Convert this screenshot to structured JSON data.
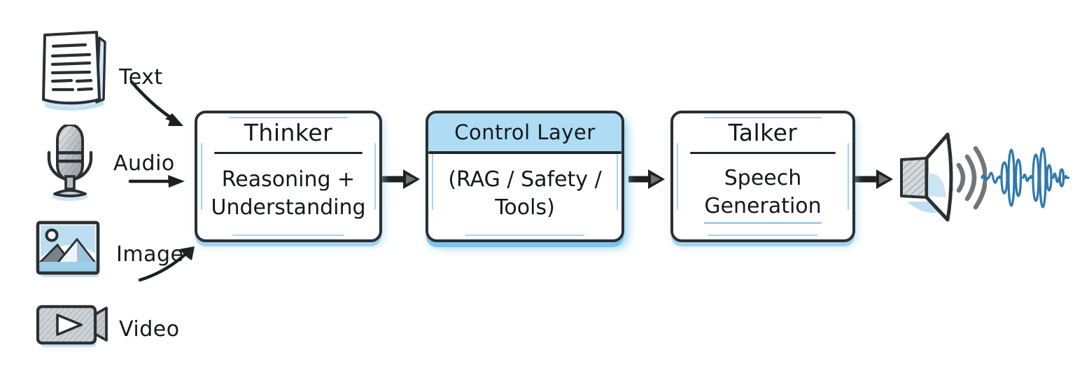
{
  "diagram": {
    "title": "Thinker / Control Layer / Talker speech pipeline",
    "background": "#ffffff",
    "accent_blue": "#addcf4",
    "accent_blue_deep": "#3f87b8",
    "ink": "#2b2f33",
    "waveform_blue": "#2f79ad"
  },
  "inputs": [
    {
      "label": "Text",
      "icon": "document-icon"
    },
    {
      "label": "Audio",
      "icon": "microphone-icon"
    },
    {
      "label": "Image",
      "icon": "picture-icon"
    },
    {
      "label": "Video",
      "icon": "video-camera-icon"
    }
  ],
  "nodes": [
    {
      "id": "thinker",
      "title": "Thinker",
      "subtitle": "Reasoning +\nUnderstanding",
      "style": "plain"
    },
    {
      "id": "control-layer",
      "title": "Control Layer",
      "subtitle": "(RAG / Safety /\nTools)",
      "style": "accent"
    },
    {
      "id": "talker",
      "title": "Talker",
      "subtitle_line1": "Speech",
      "subtitle_line2": "Generation",
      "style": "plain"
    }
  ],
  "output": {
    "speaker_icon": "speaker-icon",
    "waveform_icon": "audio-waveform-icon"
  },
  "connectors": [
    {
      "from": "Text",
      "to": "thinker",
      "kind": "curved-down"
    },
    {
      "from": "Audio",
      "to": "thinker",
      "kind": "straight"
    },
    {
      "from": "Image",
      "to": "thinker",
      "kind": "curved-up"
    },
    {
      "from": "thinker",
      "to": "control-layer",
      "kind": "straight"
    },
    {
      "from": "control-layer",
      "to": "talker",
      "kind": "straight"
    },
    {
      "from": "talker",
      "to": "speaker",
      "kind": "straight"
    }
  ]
}
